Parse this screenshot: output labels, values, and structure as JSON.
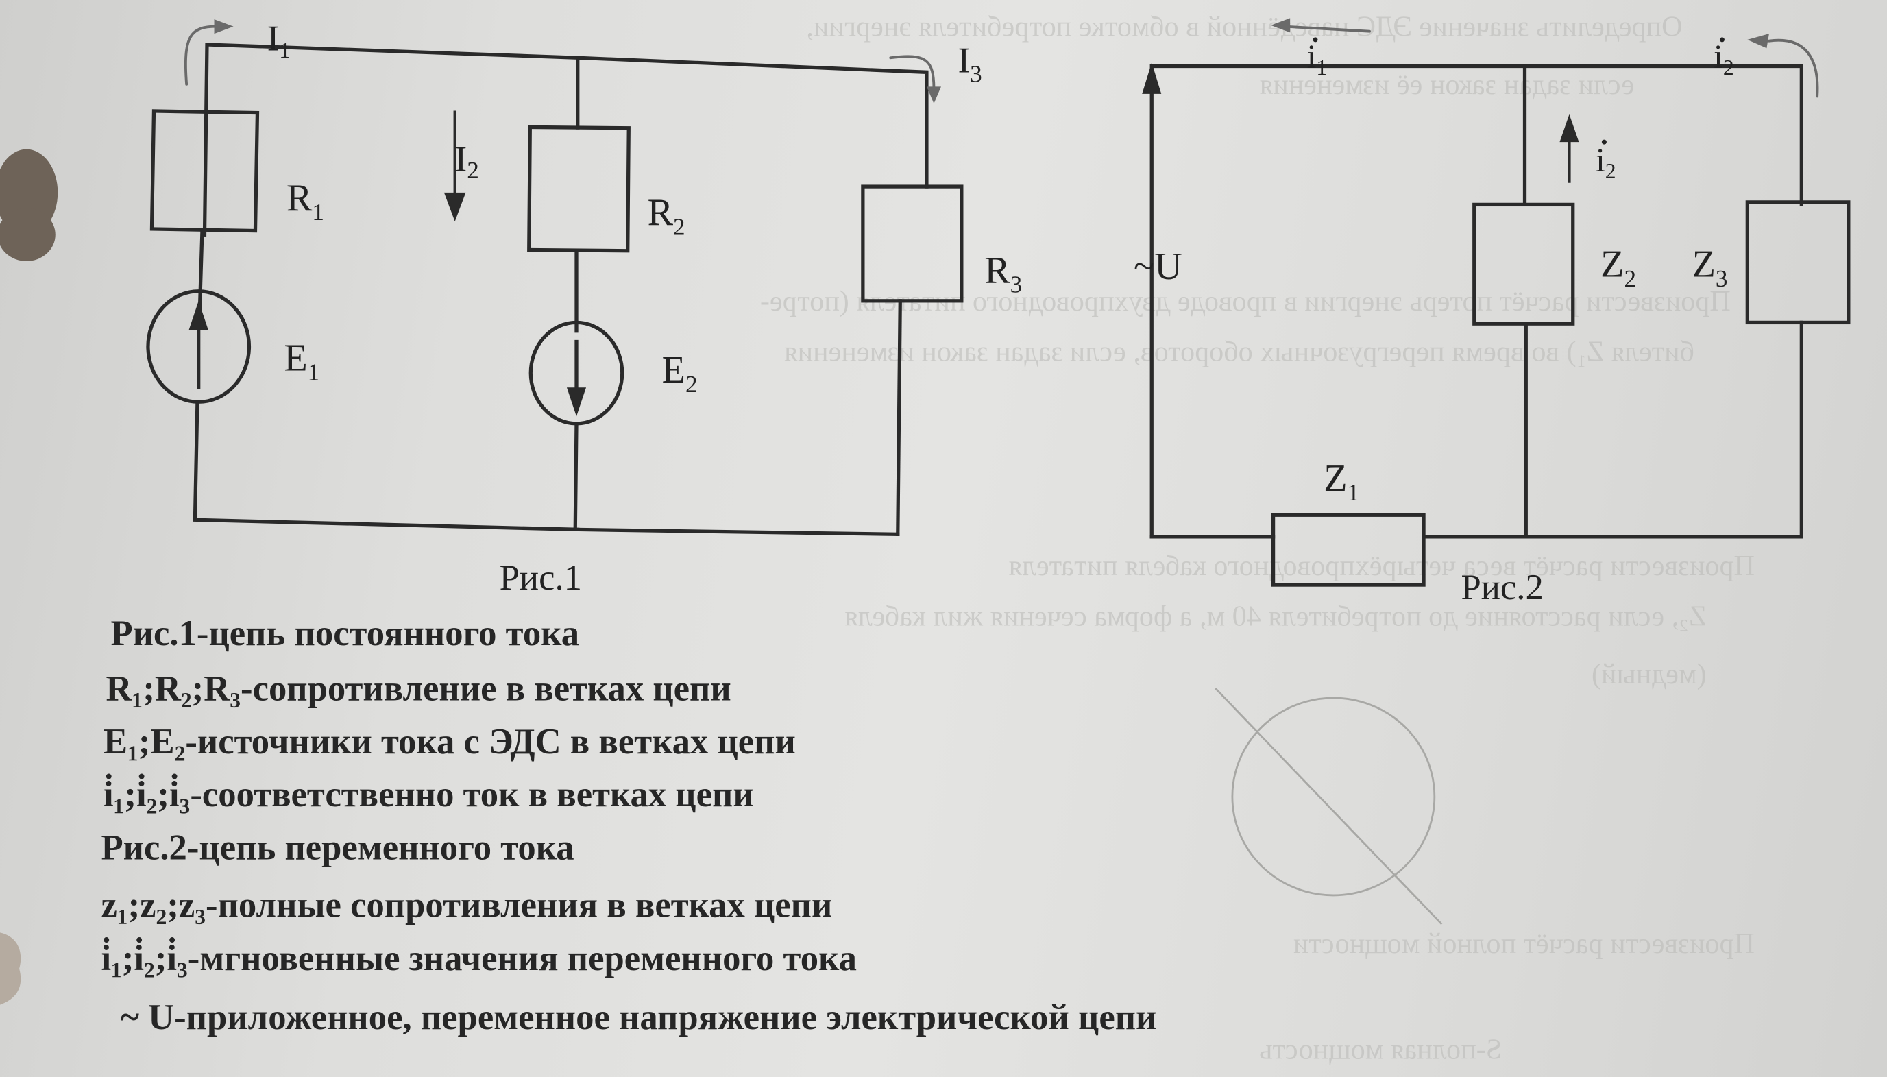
{
  "figure1": {
    "caption": "Рис.1",
    "labels": {
      "I1": {
        "main": "I",
        "sub": "1"
      },
      "I2": {
        "main": "I",
        "sub": "2"
      },
      "I3": {
        "main": "I",
        "sub": "3"
      },
      "R1": {
        "main": "R",
        "sub": "1"
      },
      "R2": {
        "main": "R",
        "sub": "2"
      },
      "R3": {
        "main": "R",
        "sub": "3"
      },
      "E1": {
        "main": "E",
        "sub": "1"
      },
      "E2": {
        "main": "E",
        "sub": "2"
      }
    }
  },
  "figure2": {
    "caption": "Рис.2",
    "labels": {
      "U": "~U",
      "i1": {
        "main": "i",
        "sub": "1"
      },
      "i2_top": {
        "main": "i",
        "sub": "2"
      },
      "i2_branch": {
        "main": "i",
        "sub": "2"
      },
      "Z1": {
        "main": "Z",
        "sub": "1"
      },
      "Z2": {
        "main": "Z",
        "sub": "2"
      },
      "Z3": {
        "main": "Z",
        "sub": "3"
      }
    }
  },
  "legend": [
    "Рис.1-цепь постоянного тока",
    "R₁;R₂;R₃-сопротивление в ветках цепи",
    "E₁;E₂-источники тока с ЭДС в ветках цепи",
    "i̇₁;i̇₂;i̇₃-соответственно ток в ветках цепи",
    "Рис.2-цепь переменного тока",
    "z₁;z₂;z₃-полные сопротивления в ветках цепи",
    "i̇₁;i̇₂;i̇₃-мгновенные значения переменного тока",
    "~ U-приложенное, переменное напряжение электрической цепи"
  ],
  "bleed_through": [
    "Определить значение ЭДС наведённой в обмотке потребителя энергии,",
    "если задан закон её изменения",
    "Произвести расчёт потерь энергии в проводе двухпроводного питателя (потре-",
    "бителя Z₁) во время перегрузочных оборотов, если задан закон изменения",
    "Произвести расчёт веса четырёхпроводного кабеля питателя",
    "Z₂, если расстояние до потребителя 40 м, а форма сечения жил кабеля",
    "(медный)",
    "Произвести расчёт полной мощности",
    "S-полная мощность"
  ]
}
